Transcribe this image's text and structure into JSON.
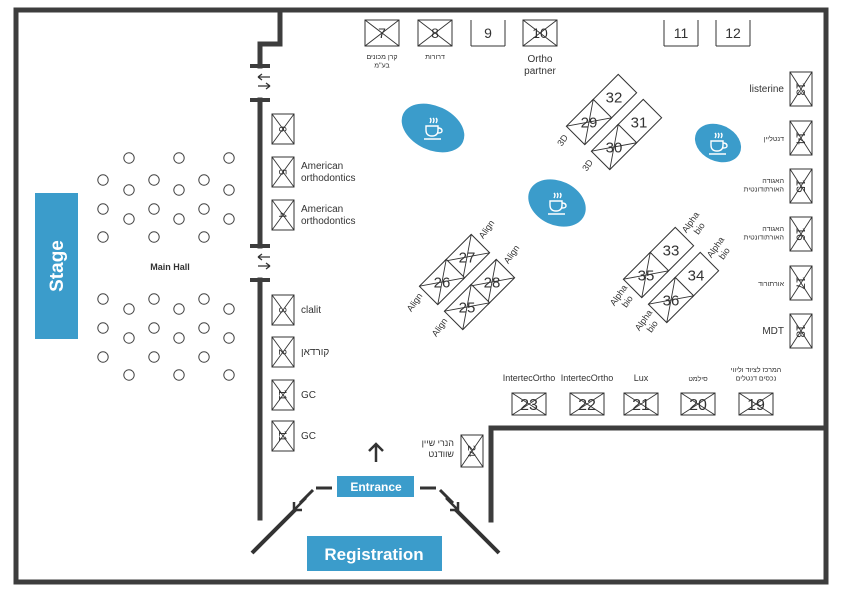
{
  "colors": {
    "accent": "#3b9ccb",
    "wall": "#3d3d3d",
    "line": "#333333"
  },
  "stage": {
    "label": "Stage"
  },
  "main_hall": {
    "label": "Main Hall"
  },
  "entrance": {
    "label": "Entrance"
  },
  "registration": {
    "label": "Registration"
  },
  "coffee_icon": "coffee-cup-icon",
  "booths_top": [
    {
      "number": "7",
      "label": "קרן מכונים בע\"מ",
      "taken": true
    },
    {
      "number": "8",
      "label": "דרורות",
      "taken": true
    },
    {
      "number": "9",
      "label": "",
      "taken": false
    },
    {
      "number": "10",
      "label": "Ortho partner",
      "taken": true
    },
    {
      "number": "11",
      "label": "",
      "taken": false
    },
    {
      "number": "12",
      "label": "",
      "taken": false
    }
  ],
  "booths_right": [
    {
      "number": "13",
      "label": "listerine",
      "taken": true
    },
    {
      "number": "14",
      "label": "דנטליין",
      "taken": true
    },
    {
      "number": "15",
      "label": "האגודה האורתודונטית",
      "taken": true
    },
    {
      "number": "16",
      "label": "האגודה האורתודונטית",
      "taken": true
    },
    {
      "number": "17",
      "label": "אורתורוד",
      "taken": true
    },
    {
      "number": "18",
      "label": "MDT",
      "taken": true
    }
  ],
  "booths_bottom": [
    {
      "number": "23",
      "label": "IntertecOrtho",
      "taken": true
    },
    {
      "number": "22",
      "label": "IntertecOrtho",
      "taken": true
    },
    {
      "number": "21",
      "label": "Lux",
      "taken": true
    },
    {
      "number": "20",
      "label": "סילמט",
      "taken": true
    },
    {
      "number": "19",
      "label": "המרכז לציוד וליווי נכסים דנטלים",
      "taken": true
    }
  ],
  "booths_left": [
    {
      "number": "6",
      "label": "",
      "taken": true
    },
    {
      "number": "5",
      "label": "American orthodontics",
      "taken": true
    },
    {
      "number": "4",
      "label": "American orthodontics",
      "taken": true
    },
    {
      "number": "3",
      "label": "clalit",
      "taken": true
    },
    {
      "number": "2",
      "label": "קורדאן",
      "taken": true
    },
    {
      "number": "1b",
      "label": "GC",
      "taken": true
    },
    {
      "number": "1a",
      "label": "GC",
      "taken": true
    }
  ],
  "booth_entrance": {
    "number": "24",
    "label": "הנרי שיין שוודנט",
    "taken": true
  },
  "cluster_align": [
    {
      "number": "27",
      "label": "Align",
      "taken": true
    },
    {
      "number": "28",
      "label": "Align",
      "taken": true
    },
    {
      "number": "26",
      "label": "Align",
      "taken": true
    },
    {
      "number": "25",
      "label": "Align",
      "taken": true
    }
  ],
  "cluster_3d": [
    {
      "number": "32",
      "label": "",
      "taken": false
    },
    {
      "number": "31",
      "label": "",
      "taken": false
    },
    {
      "number": "29",
      "label": "3D",
      "taken": true
    },
    {
      "number": "30",
      "label": "3D",
      "taken": true
    }
  ],
  "cluster_alpha": [
    {
      "number": "33",
      "label": "Alpha bio",
      "taken": false
    },
    {
      "number": "34",
      "label": "Alpha bio",
      "taken": false
    },
    {
      "number": "35",
      "label": "Alpha bio",
      "taken": true
    },
    {
      "number": "36",
      "label": "Alpha bio",
      "taken": true
    }
  ]
}
